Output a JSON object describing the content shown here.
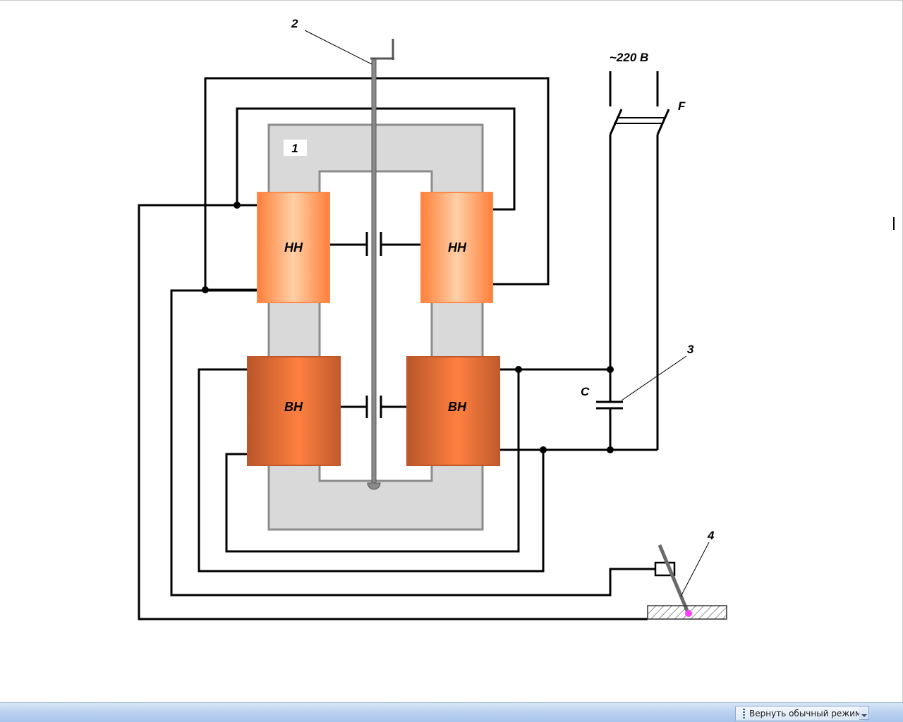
{
  "diagram": {
    "labels": {
      "core": "1",
      "rod": "2",
      "capacitor_ref": "3",
      "electrode_ref": "4",
      "capacitor": "C",
      "switch": "F",
      "supply": "~220 В"
    },
    "coils": {
      "lv_left": "НН",
      "lv_right": "НН",
      "hv_left": "ВН",
      "hv_right": "ВН"
    }
  },
  "statusbar": {
    "restore_button": "Вернуть обычный режим"
  },
  "colors": {
    "core_fill": "#d9d9d9",
    "lv_coil": "#ff9a5a",
    "hv_coil": "#e0703a",
    "weld_spark": "#ff3cff"
  }
}
